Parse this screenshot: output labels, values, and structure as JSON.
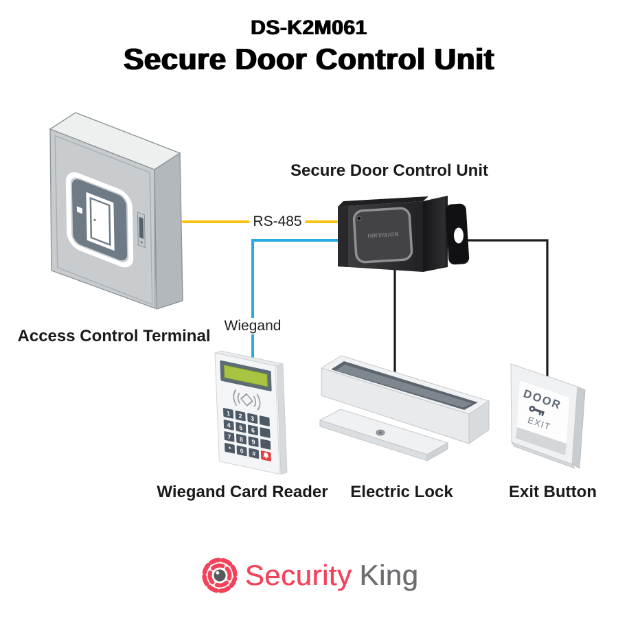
{
  "header": {
    "model": "DS-K2M061",
    "product": "Secure Door Control Unit"
  },
  "diagram": {
    "control_unit_label": "Secure Door Control Unit",
    "terminal_label": "Access Control Terminal",
    "reader_label": "Wiegand Card Reader",
    "lock_label": "Electric Lock",
    "exit_label": "Exit Button",
    "unit_brand": "HIKVISION",
    "rs485": {
      "label": "RS-485",
      "color": "#FFC20E"
    },
    "wiegand": {
      "label": "Wiegand",
      "color": "#29ABE2"
    },
    "wire_color": "#1A1A1A",
    "exit_button": {
      "line1": "DOOR",
      "line2": "EXIT"
    },
    "reader_keys": [
      "1",
      "2",
      "3",
      "",
      "4",
      "5",
      "6",
      "",
      "7",
      "8",
      "9",
      "",
      "*",
      "0",
      "#"
    ],
    "reader_key_red": "#E2403E",
    "reader_lcd_color": "#A8C440"
  },
  "footer": {
    "brand_first": "Security",
    "brand_second": "King",
    "accent_color": "#F2435B",
    "secondary_color": "#6D6E71",
    "lens_color": "#58595B"
  }
}
